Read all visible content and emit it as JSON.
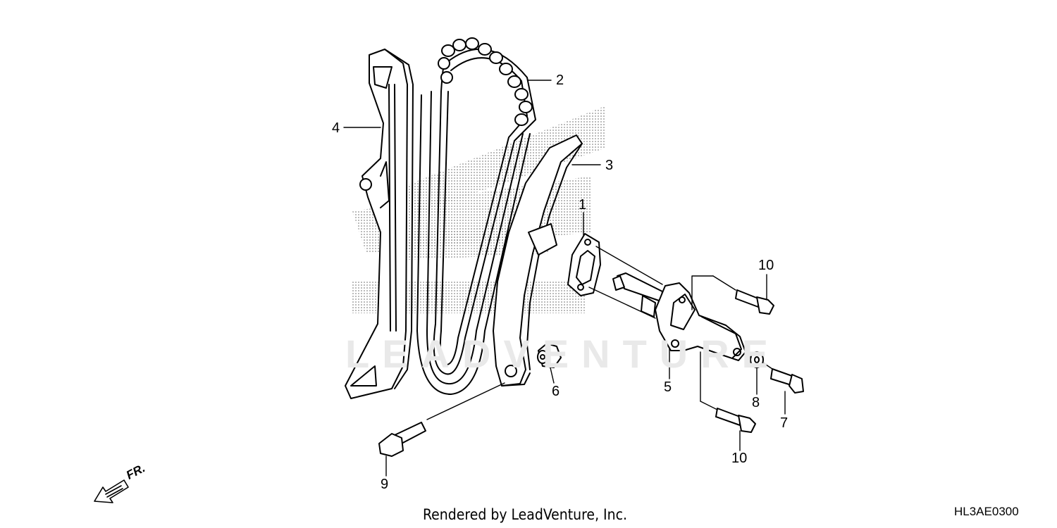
{
  "diagram": {
    "callouts": [
      {
        "id": "1",
        "label": "1"
      },
      {
        "id": "2",
        "label": "2"
      },
      {
        "id": "3",
        "label": "3"
      },
      {
        "id": "4",
        "label": "4"
      },
      {
        "id": "5",
        "label": "5"
      },
      {
        "id": "6",
        "label": "6"
      },
      {
        "id": "7",
        "label": "7"
      },
      {
        "id": "8",
        "label": "8"
      },
      {
        "id": "9",
        "label": "9"
      },
      {
        "id": "10a",
        "label": "10"
      },
      {
        "id": "10b",
        "label": "10"
      }
    ],
    "front_indicator": "FR.",
    "watermark": "LEADVENTURE",
    "footer_credit": "Rendered by LeadVenture, Inc.",
    "drawing_code": "HL3AE0300"
  },
  "colors": {
    "ink": "#000000",
    "halftone": "#9a9a9a",
    "background": "#ffffff"
  }
}
